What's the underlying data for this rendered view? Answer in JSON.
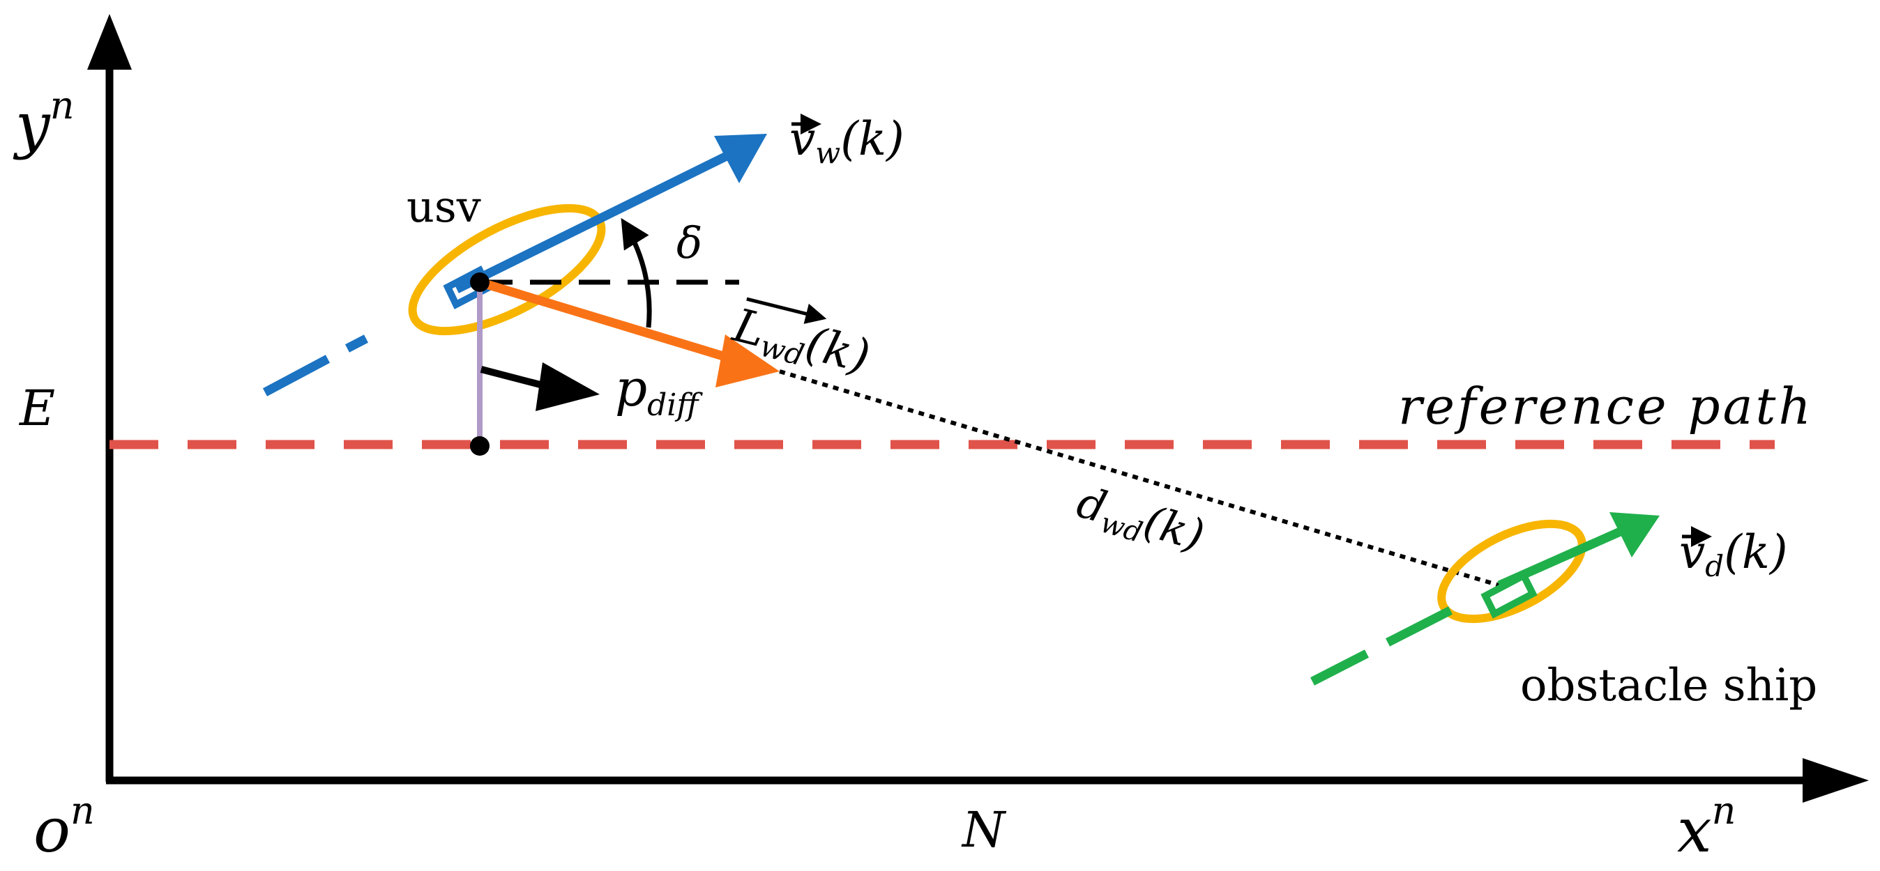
{
  "axes": {
    "y_label": "y",
    "y_sup": "n",
    "x_label": "x",
    "x_sup": "n",
    "origin_label": "o",
    "origin_sup": "n",
    "e_label": "E",
    "n_label": "N"
  },
  "reference_path": {
    "label": "reference path",
    "color": "#e0534a"
  },
  "usv": {
    "label": "usv",
    "hull_color": "#f7b500",
    "heading_color": "#1b73c2"
  },
  "obstacle": {
    "label": "obstacle ship",
    "hull_color": "#f7b500",
    "heading_color": "#1fb04b"
  },
  "vectors": {
    "v_w": {
      "symbol": "v",
      "sub": "w",
      "arg": "(k)",
      "color": "#1b73c2"
    },
    "v_d": {
      "symbol": "v",
      "sub": "d",
      "arg": "(k)",
      "color": "#1fb04b"
    },
    "L_wd": {
      "symbol": "L",
      "sub": "wd",
      "arg": "(k)",
      "color": "#f97316"
    },
    "d_wd": {
      "symbol": "d",
      "sub": "wd",
      "arg": "(k)"
    },
    "p_diff": {
      "symbol": "p",
      "sub": "diff"
    },
    "delta": {
      "symbol": "δ"
    }
  },
  "colors": {
    "perpendicular": "#b09ac7",
    "axis": "#000000"
  }
}
